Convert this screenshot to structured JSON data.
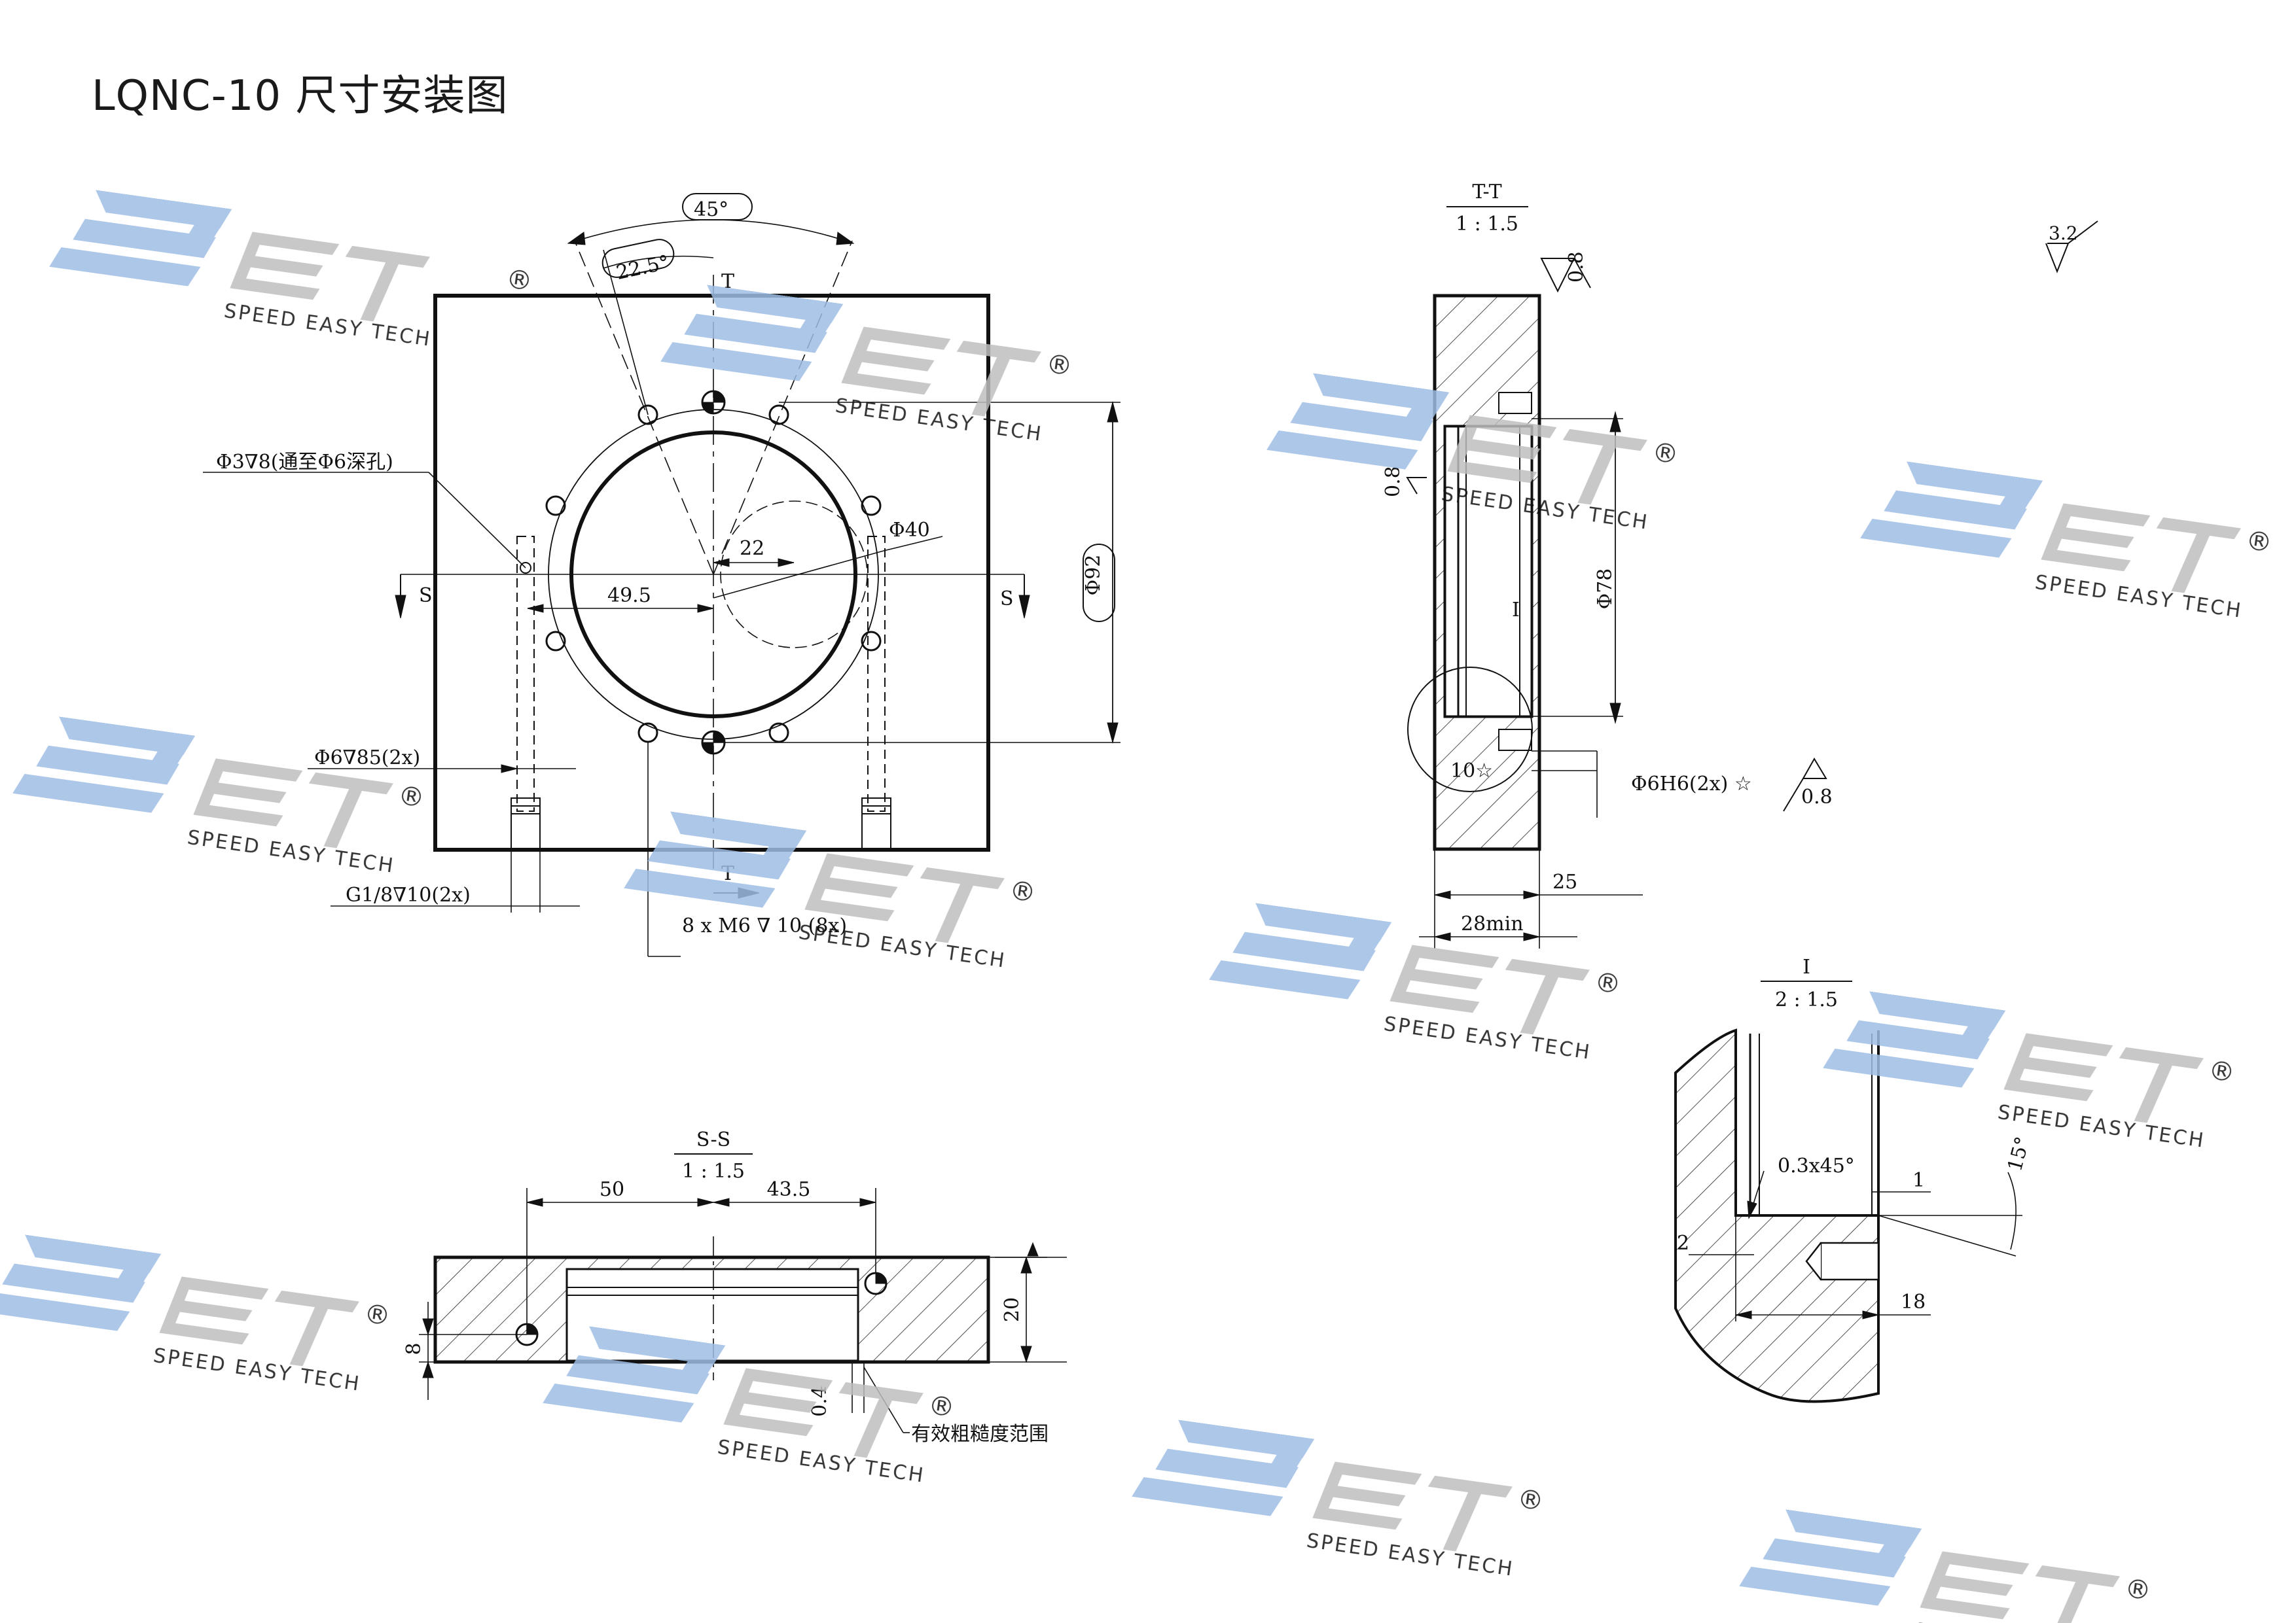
{
  "title": "LQNC-10 尺寸安装图",
  "watermark": {
    "brand": "SET",
    "tagline": "SPEED EASY TECH",
    "mark": "®",
    "blue": "#9fbde6",
    "gray": "#bfbfbf"
  },
  "front_view": {
    "angle_45": "45°",
    "angle_22_5": "22.5°",
    "section_T": "T",
    "section_S": "S",
    "dia_92": "Φ92",
    "dia_40": "Φ40",
    "dim_22": "22",
    "dim_49_5": "49.5",
    "hole_note": "Φ3∇8(通至Φ6深孔)",
    "deep_hole": "Φ6∇85(2x)",
    "pipe_thread": "G1/8∇10(2x)",
    "thread_note": "8 x  M6 ∇ 10 (8x)"
  },
  "section_tt": {
    "name": "T-T",
    "scale": "1 : 1.5",
    "rough_top": "0.8",
    "rough_left": "0.8",
    "rough_right": "0.8",
    "dia_78": "Φ78",
    "detail": "I",
    "dim_10": "10☆",
    "pin_hole": "Φ6H6(2x) ☆",
    "dim_25": "25",
    "dim_28min": "28min"
  },
  "section_ss": {
    "name": "S-S",
    "scale": "1 : 1.5",
    "dim_50": "50",
    "dim_43_5": "43.5",
    "dim_20": "20",
    "dim_8": "8",
    "dim_0_4": "0.4",
    "rough_range": "有效粗糙度范围"
  },
  "detail_i": {
    "name": "I",
    "scale": "2 : 1.5",
    "chamfer": "0.3x45°",
    "dim_1": "1",
    "dim_2": "2",
    "dim_18": "18",
    "angle_15": "15°"
  },
  "general_roughness": "3.2"
}
